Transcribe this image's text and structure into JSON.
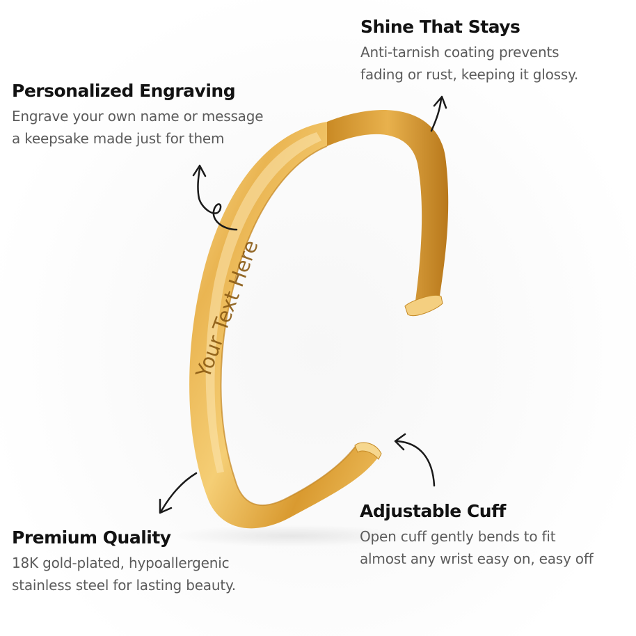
{
  "features": {
    "shine": {
      "title": "Shine That Stays",
      "line1": "Anti-tarnish coating prevents",
      "line2": "fading or rust, keeping it glossy."
    },
    "engraving": {
      "title": "Personalized Engraving",
      "line1": "Engrave your own name or message",
      "line2": "a keepsake made just for them"
    },
    "cuff": {
      "title": "Adjustable Cuff",
      "line1": "Open cuff gently bends to fit",
      "line2": "almost any wrist easy on, easy off"
    },
    "premium": {
      "title": "Premium Quality",
      "line1": "18K gold-plated, hypoallergenic",
      "line2": "stainless steel for lasting beauty."
    }
  },
  "engraving_text": "Your Text Here",
  "colors": {
    "gold_light": "#f6d27e",
    "gold_mid": "#e0a83a",
    "gold_dark": "#b47a1c",
    "engraving": "#8a5a12",
    "title": "#121212",
    "body": "#5b5b5b",
    "arrow": "#1a1a1a"
  },
  "icons": [
    "arrow-up-icon",
    "arrow-up-loop-icon",
    "arrow-down-left-icon",
    "arrow-curved-left-icon"
  ]
}
